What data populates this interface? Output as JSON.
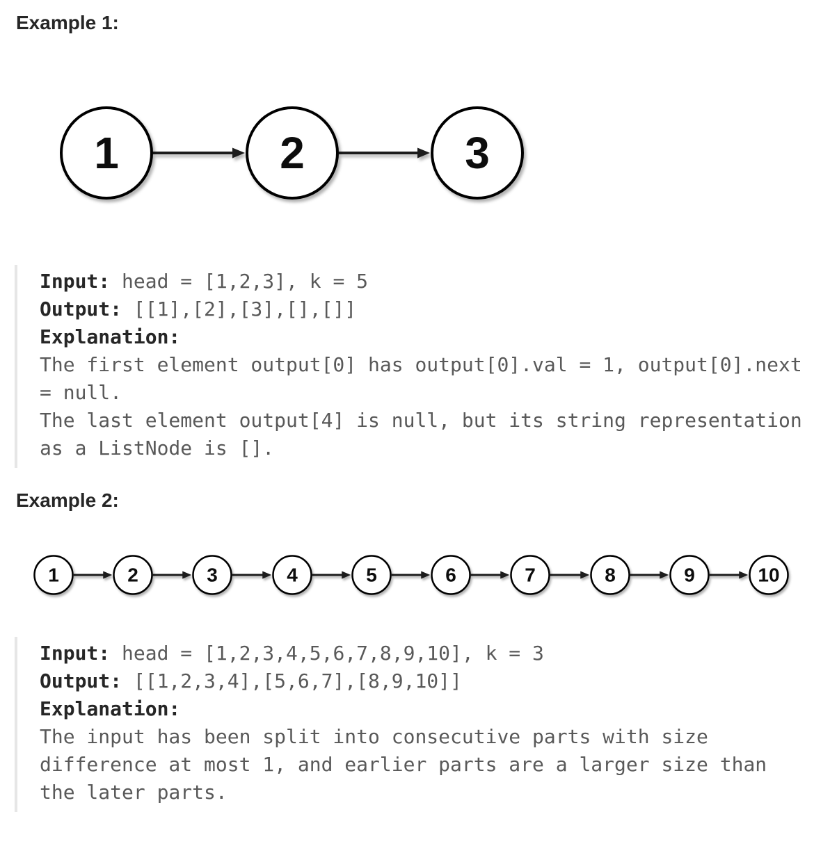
{
  "colors": {
    "heading_text": "#262626",
    "code_label_text": "#262626",
    "code_value_text": "#595959",
    "code_block_border": "#e6e6e6",
    "node_stroke": "#000000",
    "node_fill": "#ffffff",
    "node_text": "#0d0d0d",
    "arrow": "#1a1a1a",
    "background": "#ffffff"
  },
  "example1": {
    "heading": "Example 1:",
    "diagram": {
      "nodes": [
        "1",
        "2",
        "3"
      ]
    },
    "block": {
      "lines": [
        {
          "label": "Input: ",
          "text": "head = [1,2,3], k = 5"
        },
        {
          "label": "Output: ",
          "text": "[[1],[2],[3],[],[]]"
        },
        {
          "label": "Explanation:",
          "text": ""
        },
        {
          "label": "",
          "text": "The first element output[0] has output[0].val = 1, output[0].next"
        },
        {
          "label": "",
          "text": "= null."
        },
        {
          "label": "",
          "text": "The last element output[4] is null, but its string representation"
        },
        {
          "label": "",
          "text": "as a ListNode is []."
        }
      ]
    }
  },
  "example2": {
    "heading": "Example 2:",
    "diagram": {
      "nodes": [
        "1",
        "2",
        "3",
        "4",
        "5",
        "6",
        "7",
        "8",
        "9",
        "10"
      ]
    },
    "block": {
      "lines": [
        {
          "label": "Input: ",
          "text": "head = [1,2,3,4,5,6,7,8,9,10], k = 3"
        },
        {
          "label": "Output: ",
          "text": "[[1,2,3,4],[5,6,7],[8,9,10]]"
        },
        {
          "label": "Explanation:",
          "text": ""
        },
        {
          "label": "",
          "text": "The input has been split into consecutive parts with size"
        },
        {
          "label": "",
          "text": "difference at most 1, and earlier parts are a larger size than"
        },
        {
          "label": "",
          "text": "the later parts."
        }
      ]
    }
  }
}
